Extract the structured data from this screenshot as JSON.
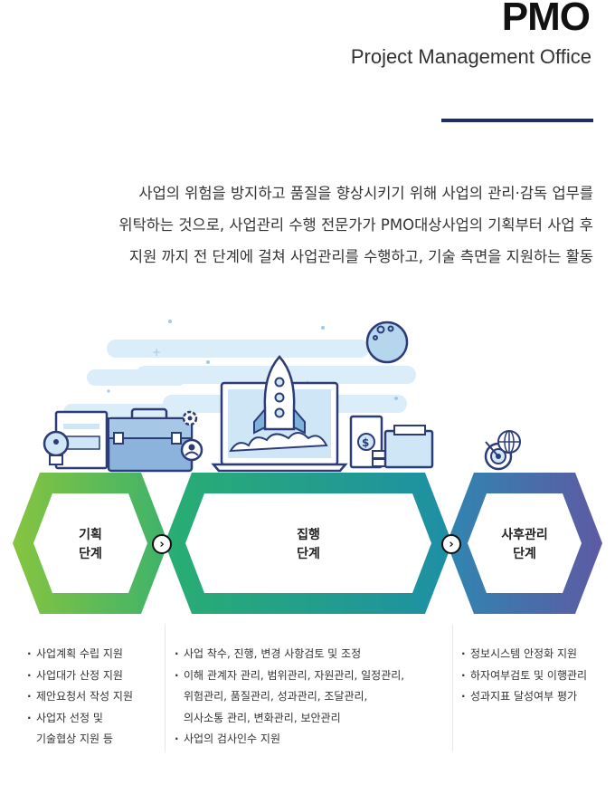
{
  "header": {
    "title": "PMO",
    "subtitle": "Project Management Office"
  },
  "intro": {
    "lines": [
      "사업의 위험을 방지하고 품질을 향상시키기 위해 사업의 관리·감독 업무를",
      "위탁하는 것으로, 사업관리 수행 전문가가 PMO대상사업의 기획부터 사업 후",
      "지원 까지 전 단계에 걸쳐 사업관리를 수행하고, 기술 측면을 지원하는 활동"
    ]
  },
  "stages": [
    {
      "line1": "기획",
      "line2": "단계",
      "items": [
        {
          "text": "사업계획 수립 지원"
        },
        {
          "text": "사업대가 산정 지원"
        },
        {
          "text": "제안요청서 작성 지원"
        },
        {
          "text": "사업자 선정 및",
          "cont": "기술협상 지원 등"
        }
      ]
    },
    {
      "line1": "집행",
      "line2": "단계",
      "items": [
        {
          "text": "사업 착수, 진행, 변경 사항검토 및 조정"
        },
        {
          "text": "이해 관계자 관리, 범위관리, 자원관리, 일정관리,",
          "cont": "위험관리, 품질관리, 성과관리, 조달관리,",
          "cont2": "의사소통 관리, 변화관리, 보안관리"
        },
        {
          "text": "사업의 검사인수 지원"
        }
      ]
    },
    {
      "line1": "사후관리",
      "line2": "단계",
      "items": [
        {
          "text": "정보시스템 안정화 지원"
        },
        {
          "text": "하자여부검토 및 이행관리"
        },
        {
          "text": "성과지표 달성여부 평가"
        }
      ]
    }
  ],
  "arrow_glyph": "›",
  "colors": {
    "green": "#7cc242",
    "teal": "#1ea48c",
    "blue": "#2d7fb5",
    "purple": "#5b57a1",
    "navy": "#1d2b6b",
    "sky": "#dceefa"
  },
  "icons": [
    "lightbulb-icon",
    "briefcase-icon",
    "gear-icon",
    "laptop-icon",
    "rocket-icon",
    "money-icon",
    "document-icon",
    "target-icon",
    "globe-icon",
    "moon-icon"
  ]
}
